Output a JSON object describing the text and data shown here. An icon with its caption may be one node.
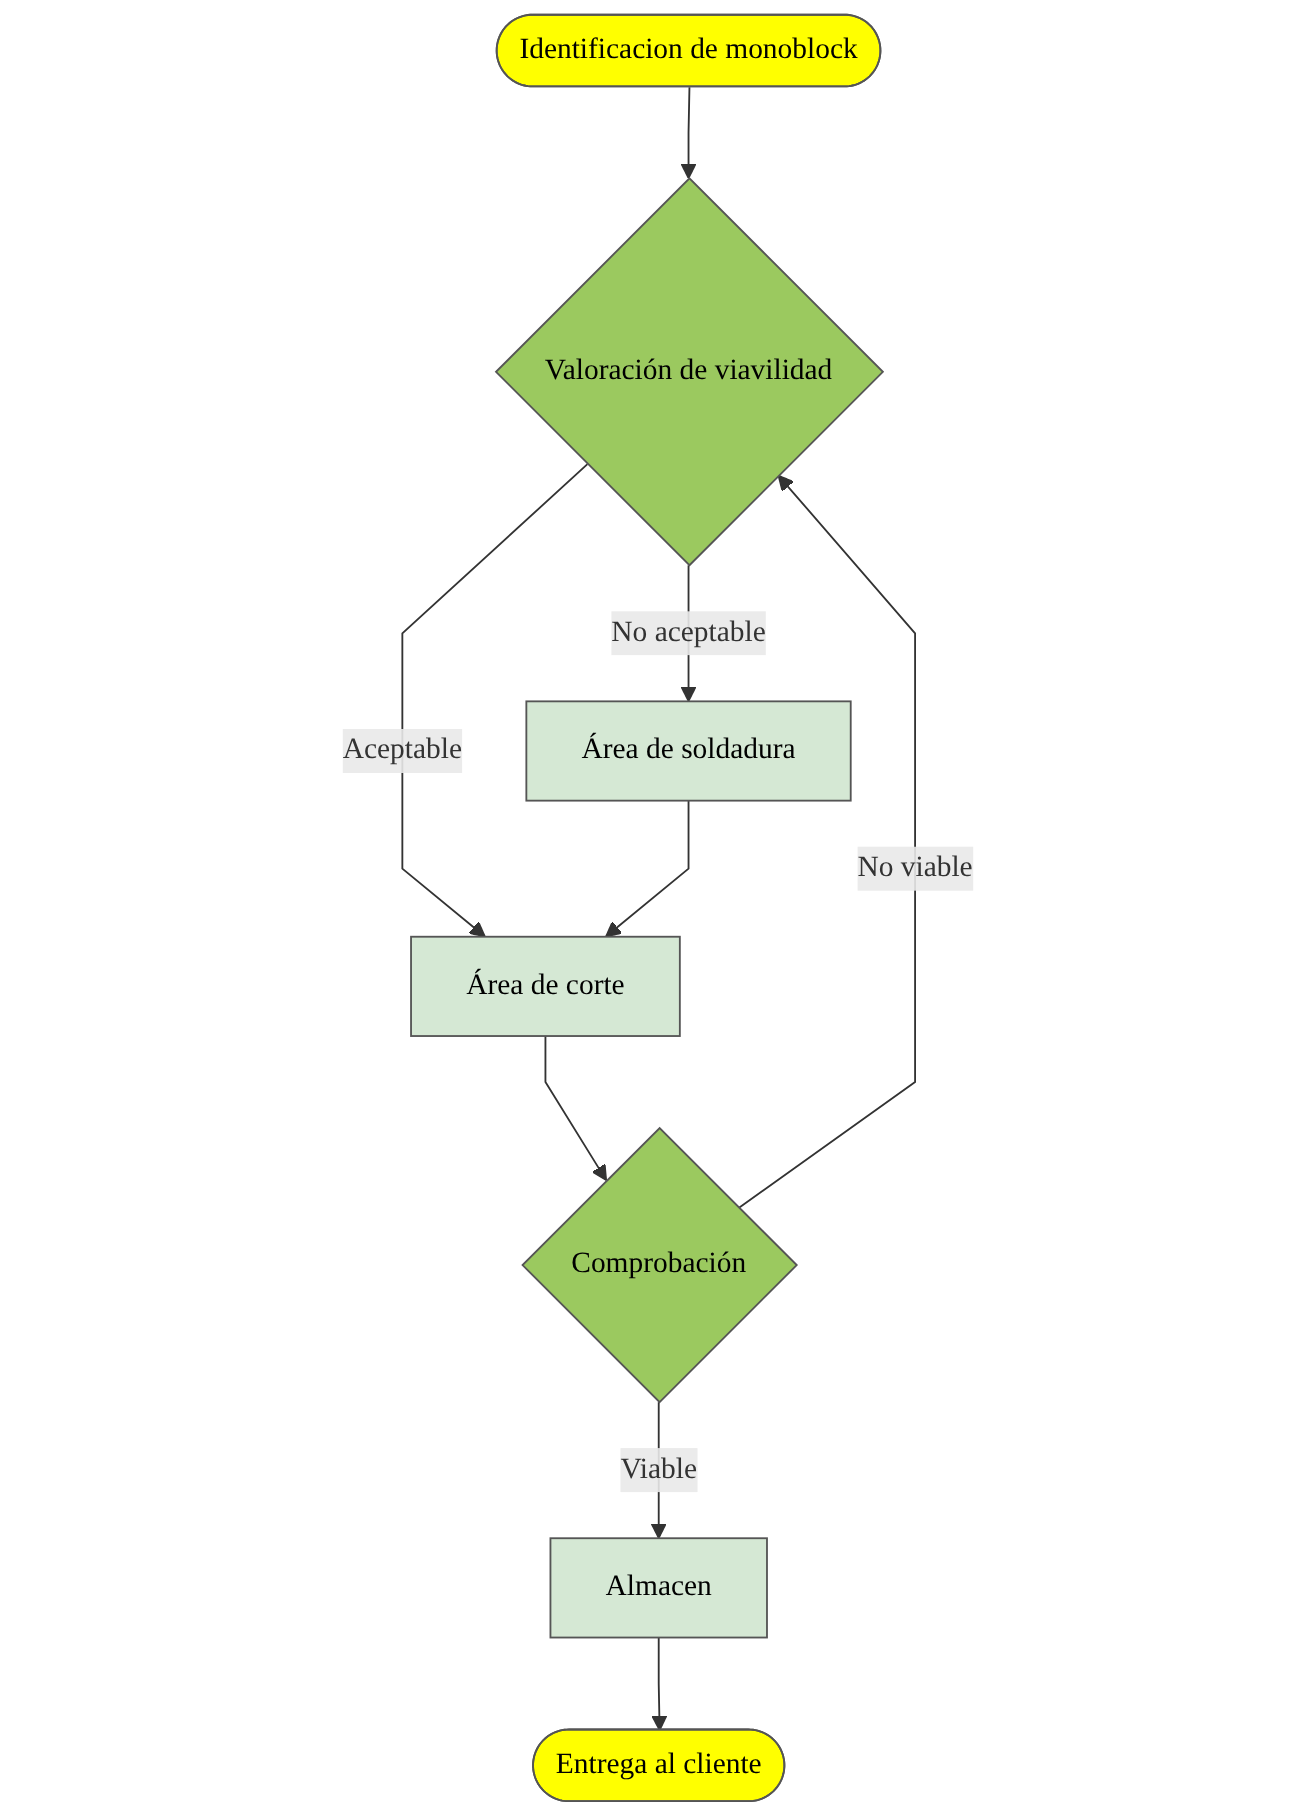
{
  "diagram": {
    "nodes": [
      {
        "text": [
          "Identificacion de monoblock"
        ]
      },
      {
        "text": [
          "Valoración de viavilidad"
        ]
      },
      {
        "text": [
          "Área de corte"
        ]
      },
      {
        "text": [
          "Área de soldadura"
        ]
      },
      {
        "text": [
          "Comprobación"
        ]
      },
      {
        "text": [
          "Almacen"
        ]
      },
      {
        "text": [
          "Entrega al cliente"
        ]
      }
    ],
    "edges": [
      {
        "from": 0,
        "to": 1,
        "arrow": "to"
      },
      {
        "from": 1,
        "to": 2,
        "arrow": "to",
        "label": "Aceptable"
      },
      {
        "from": 1,
        "to": 3,
        "arrow": "to",
        "label": "No aceptable"
      },
      {
        "from": 3,
        "to": 2,
        "arrow": "to"
      },
      {
        "from": 2,
        "to": 4,
        "arrow": "to"
      },
      {
        "from": 4,
        "to": 1,
        "arrow": "to",
        "label": "No viable"
      },
      {
        "from": 4,
        "to": 5,
        "arrow": "to",
        "label": "Viable"
      },
      {
        "from": 5,
        "to": 6,
        "arrow": "to"
      }
    ]
  }
}
